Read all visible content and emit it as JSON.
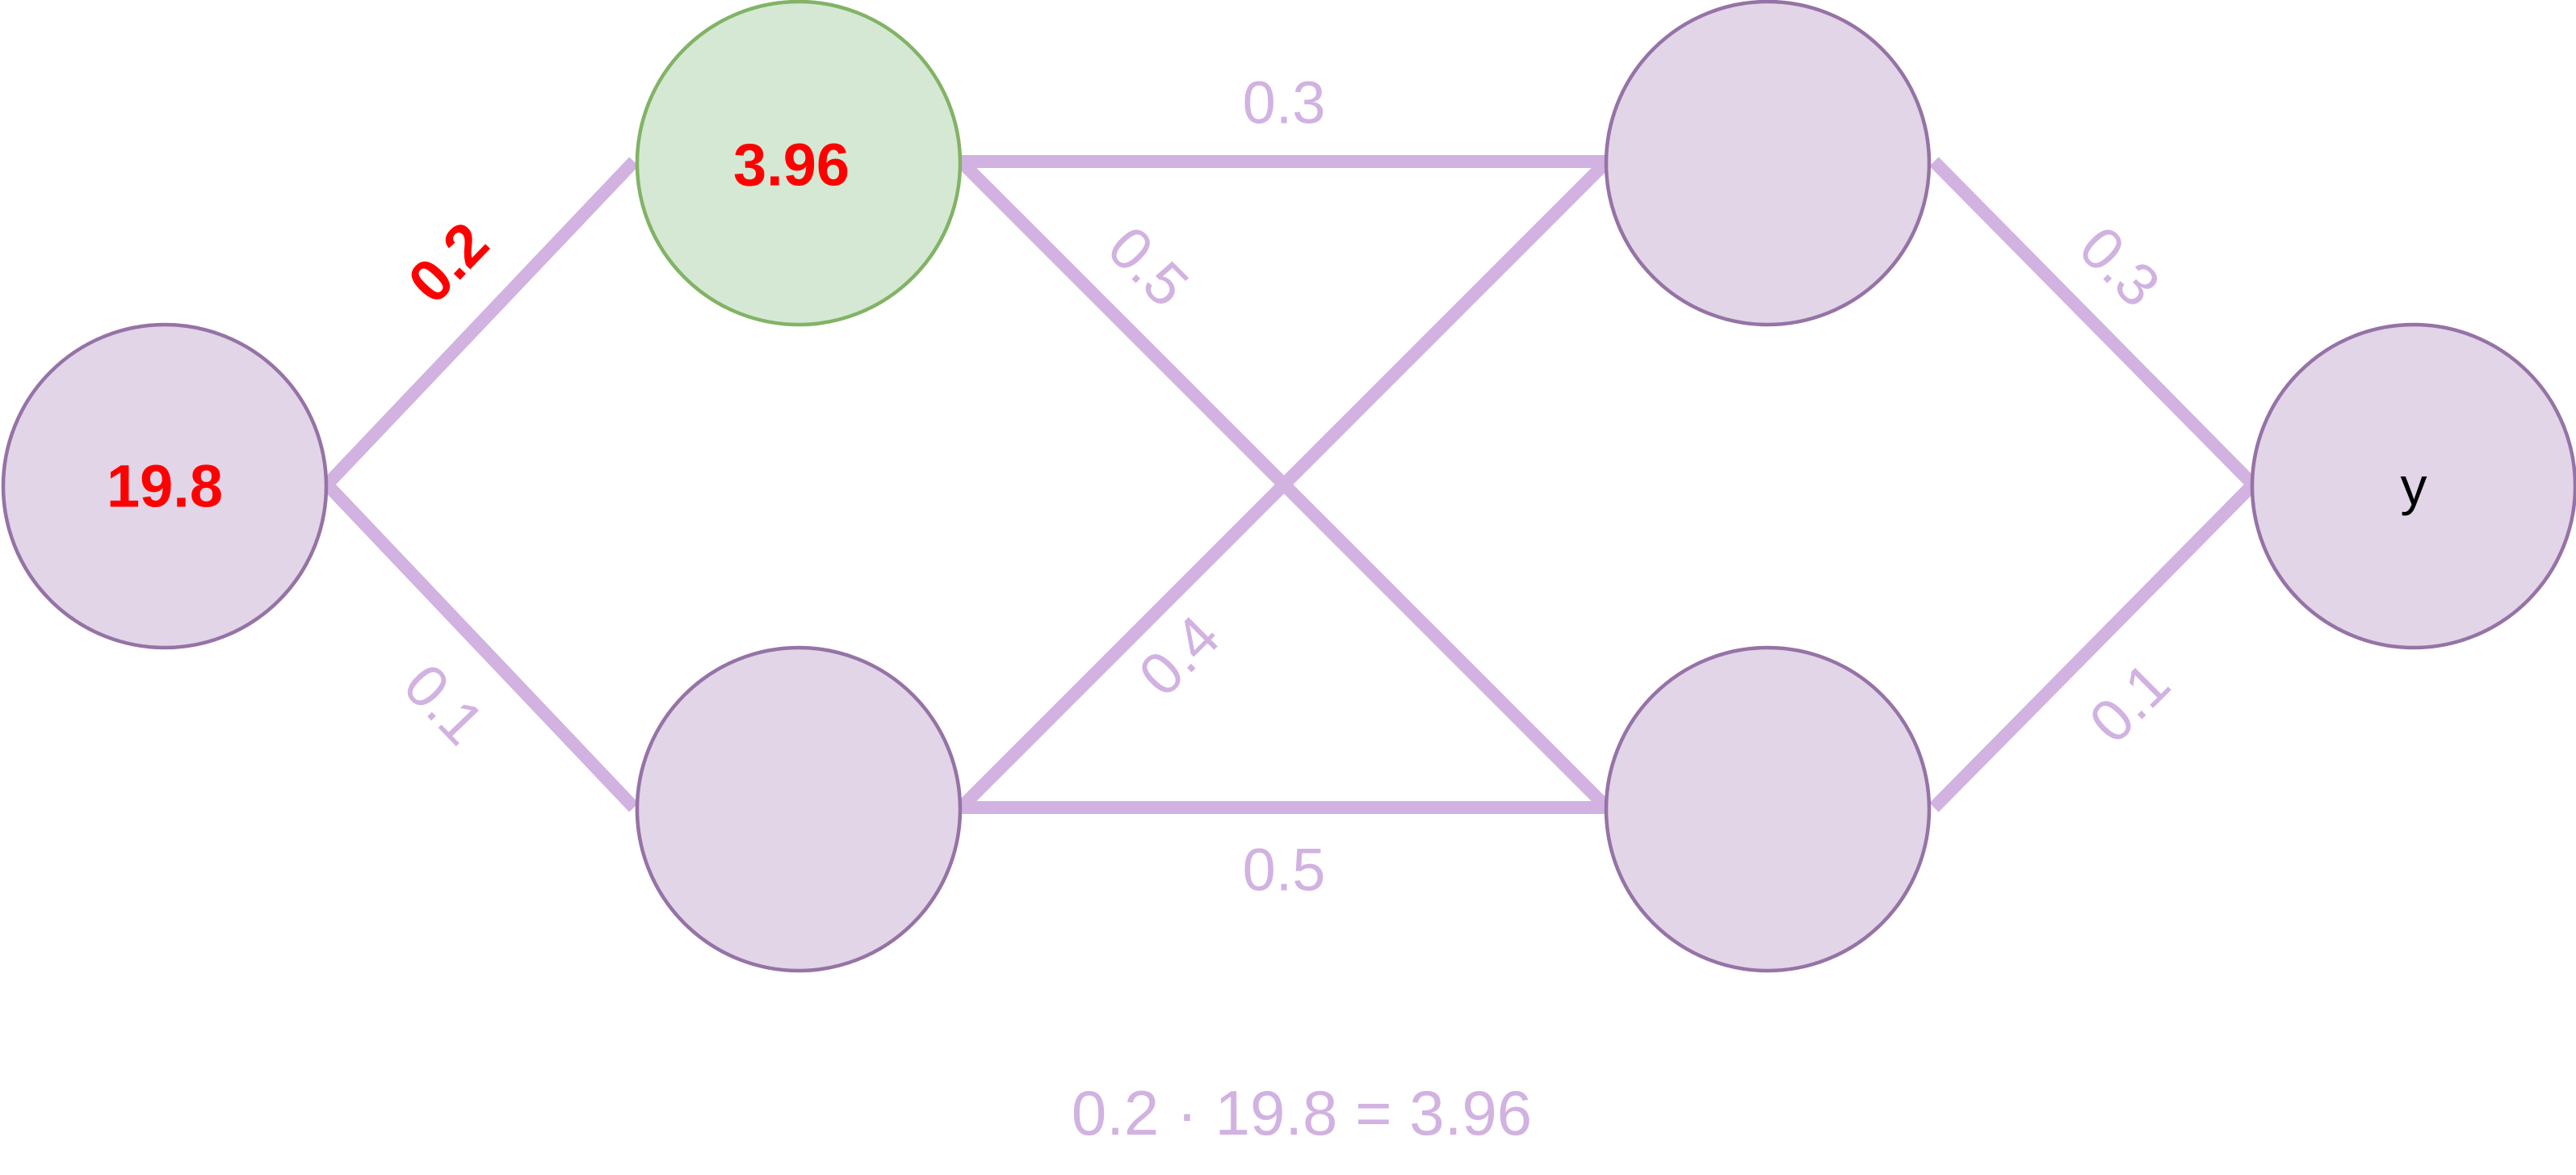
{
  "colors": {
    "edge": "#d1b2e1",
    "node_fill": "#e1d5e7",
    "node_stroke": "#9673a6",
    "active_fill": "#d5e8d4",
    "active_stroke": "#82b366",
    "highlight_text": "#ff0000",
    "muted_text": "#d1b2e1",
    "default_text": "#000000"
  },
  "nodes": {
    "input": {
      "label": "19.8"
    },
    "hidden1_top": {
      "label": "3.96"
    },
    "hidden1_bottom": {
      "label": ""
    },
    "hidden2_top": {
      "label": ""
    },
    "hidden2_bottom": {
      "label": ""
    },
    "output": {
      "label": "y"
    }
  },
  "weights": {
    "input_to_h1_top": "0.2",
    "input_to_h1_bottom": "0.1",
    "h1_top_to_h2_top": "0.3",
    "h1_top_to_h2_bottom": "0.5",
    "h1_bottom_to_h2_top": "0.4",
    "h1_bottom_to_h2_bottom": "0.5",
    "h2_top_to_output": "0.3",
    "h2_bottom_to_output": "0.1"
  },
  "equation": "0.2 · 19.8 = 3.96"
}
